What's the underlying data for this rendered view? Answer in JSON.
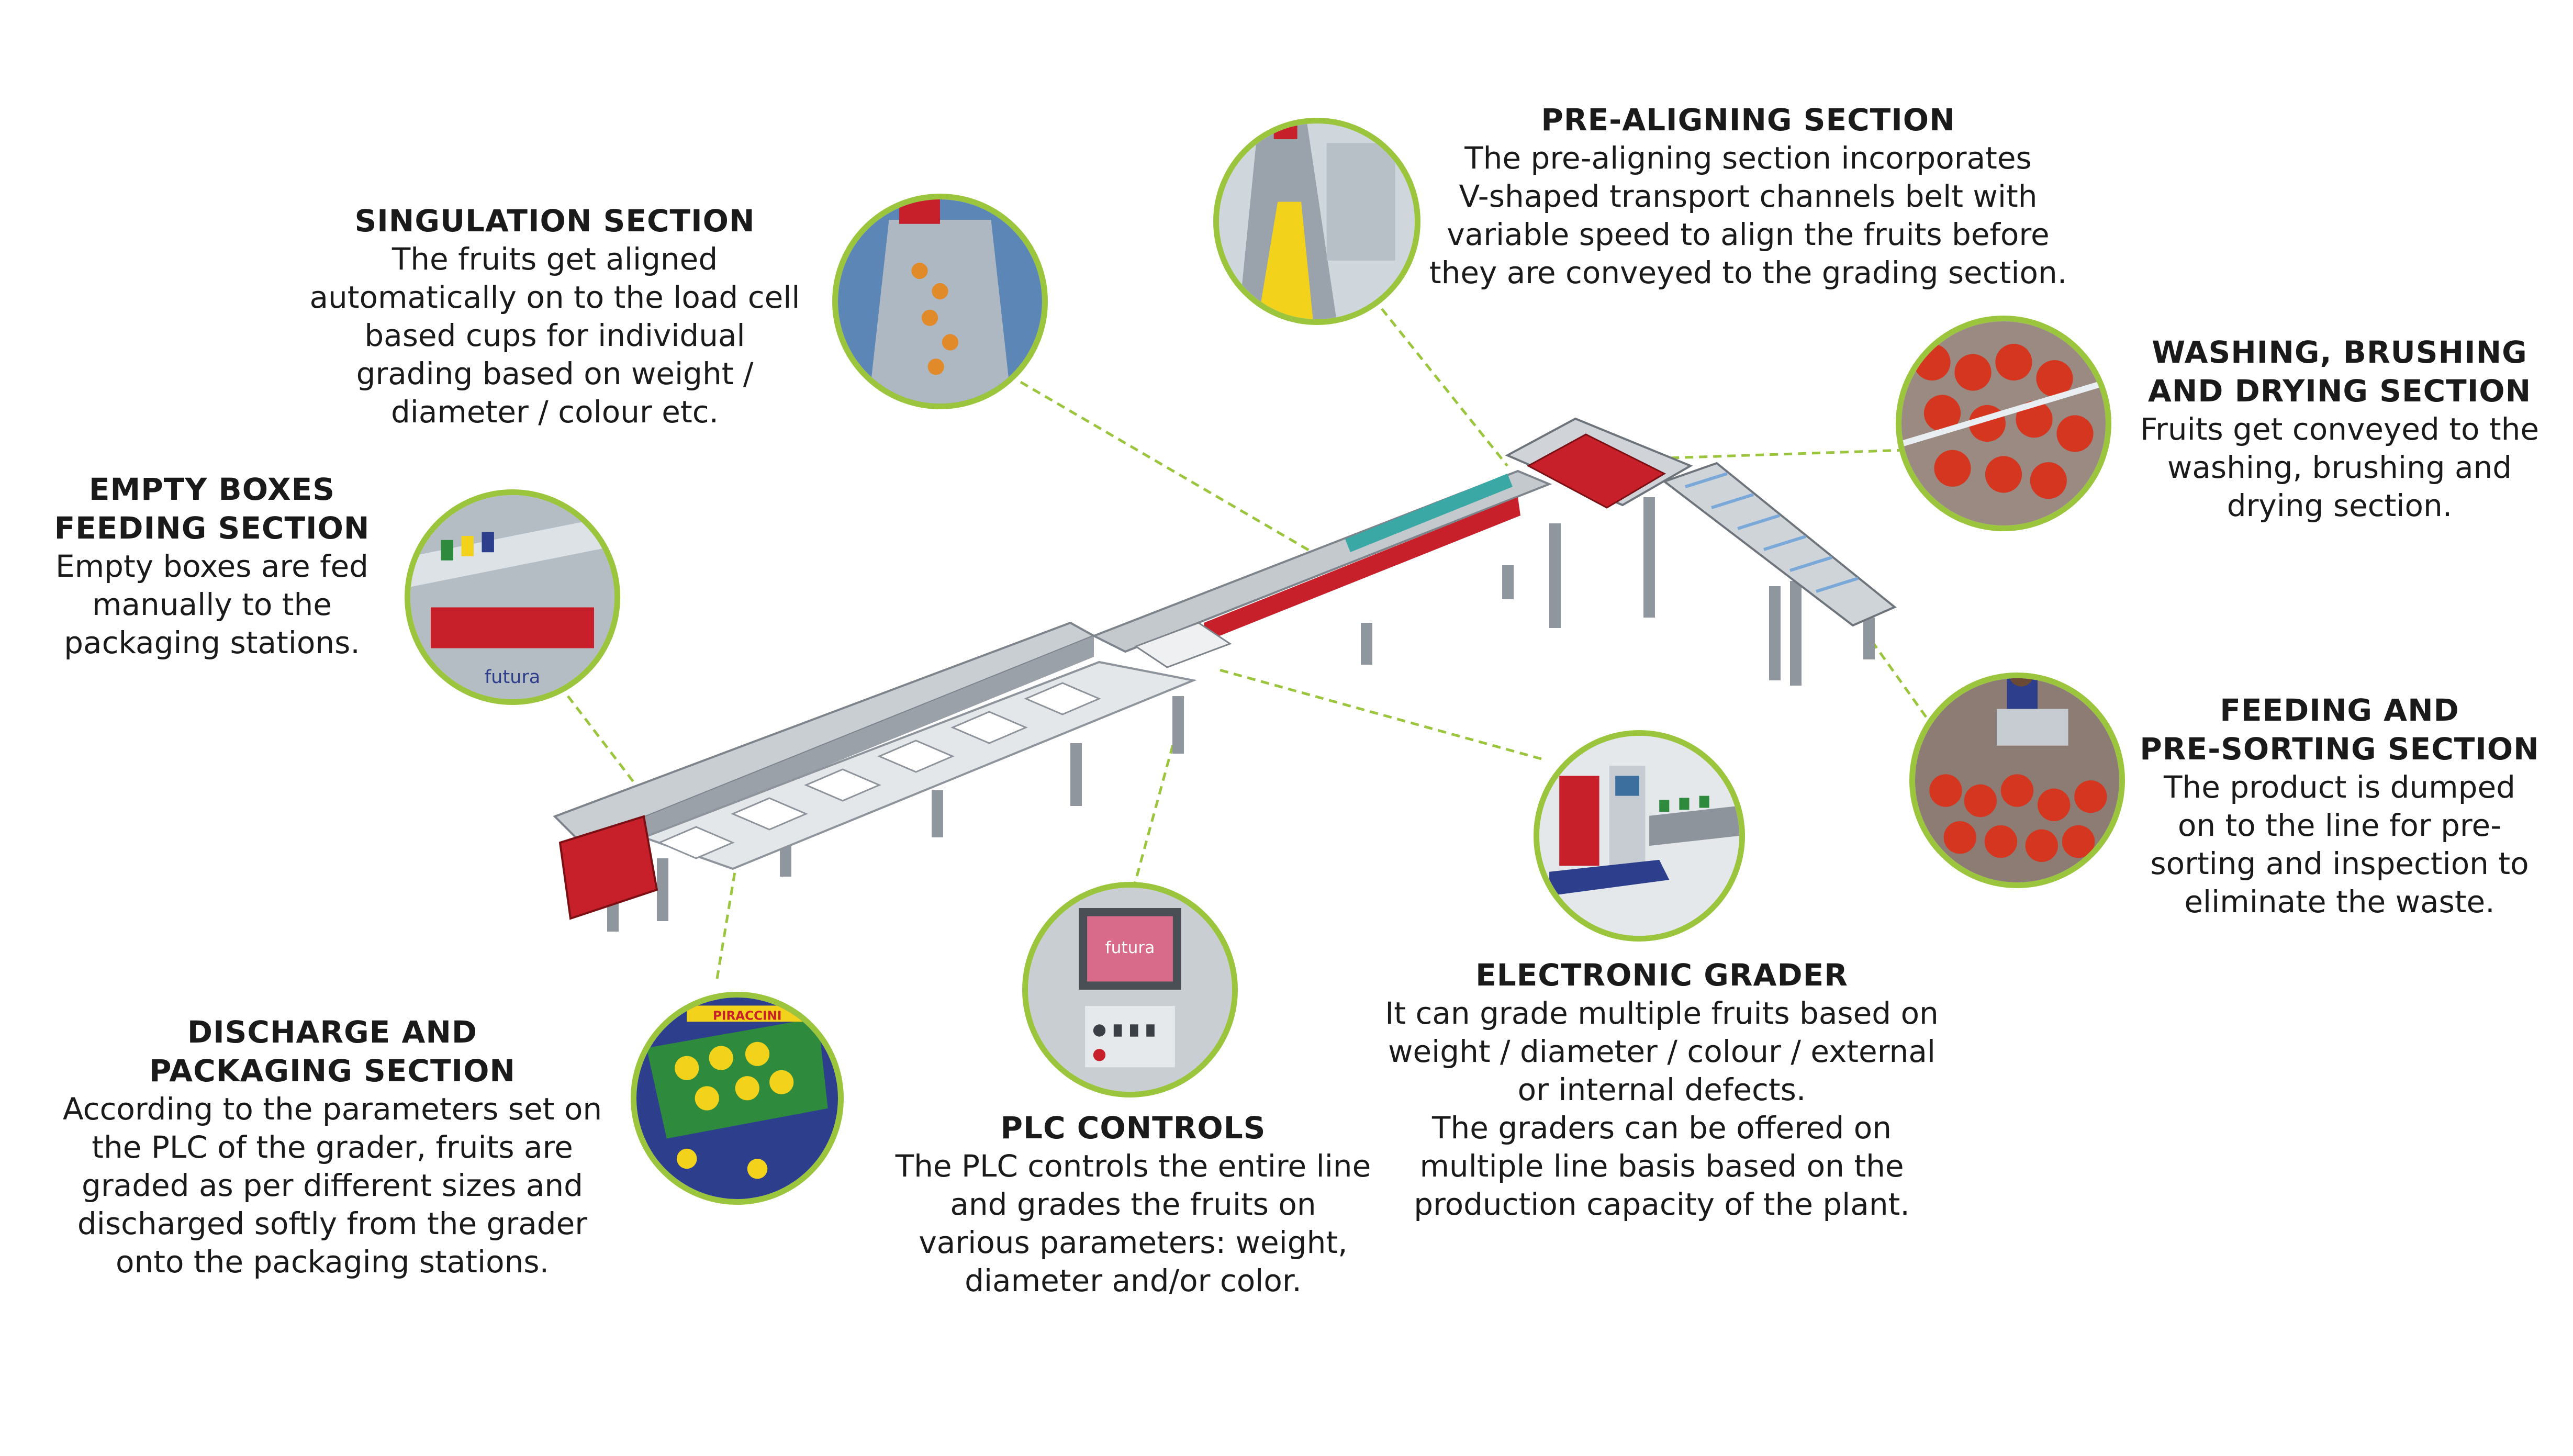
{
  "sections": [
    {
      "id": "pre-aligning",
      "title": [
        "PRE-ALIGNING SECTION"
      ],
      "lines": [
        "The pre-aligning section incorporates",
        "V-shaped transport channels belt with",
        "variable speed to align the fruits before",
        "they are conveyed to the grading section."
      ]
    },
    {
      "id": "singulation",
      "title": [
        "SINGULATION SECTION"
      ],
      "lines": [
        "The fruits get aligned",
        "automatically on to the load cell",
        "based cups for individual",
        "grading based on weight /",
        "diameter / colour etc."
      ]
    },
    {
      "id": "washing",
      "title": [
        "WASHING, BRUSHING",
        "AND DRYING SECTION"
      ],
      "lines": [
        "Fruits get conveyed to the",
        "washing, brushing and",
        "drying section."
      ]
    },
    {
      "id": "empty-boxes",
      "title": [
        "EMPTY BOXES",
        "FEEDING SECTION"
      ],
      "lines": [
        "Empty boxes are fed",
        "manually to the",
        "packaging stations."
      ]
    },
    {
      "id": "feeding",
      "title": [
        "FEEDING AND",
        "PRE-SORTING SECTION"
      ],
      "lines": [
        "The product is dumped",
        "on to the line for pre-",
        "sorting and inspection to",
        "eliminate the waste."
      ]
    },
    {
      "id": "electronic-grader",
      "title": [
        "ELECTRONIC GRADER"
      ],
      "lines": [
        "It can grade multiple fruits based on",
        "weight / diameter / colour / external",
        "or internal defects.",
        "The graders can be offered on",
        "multiple line basis based on the",
        "production capacity of the plant."
      ]
    },
    {
      "id": "discharge",
      "title": [
        "DISCHARGE AND",
        "PACKAGING SECTION"
      ],
      "lines": [
        "According to the parameters set on",
        "the PLC of the grader, fruits are",
        "graded as per different sizes and",
        "discharged softly from the grader",
        "onto the packaging stations."
      ]
    },
    {
      "id": "plc",
      "title": [
        "PLC CONTROLS"
      ],
      "lines": [
        "The PLC controls the entire line",
        "and grades the fruits on",
        "various parameters: weight,",
        "diameter and/or color."
      ]
    }
  ],
  "brand": {
    "logo_text": "futura",
    "box_print": "PIRACCINI"
  },
  "colors": {
    "ring": "#9bc53d",
    "leader": "#9bc53d",
    "machine_red": "#c8202a",
    "steel": "#b9bec4",
    "steel_dark": "#7d848b",
    "teal": "#3aa8a4",
    "tomato": "#d4361f",
    "lemon": "#f2d21b",
    "belt_blue": "#2c3e8c"
  }
}
